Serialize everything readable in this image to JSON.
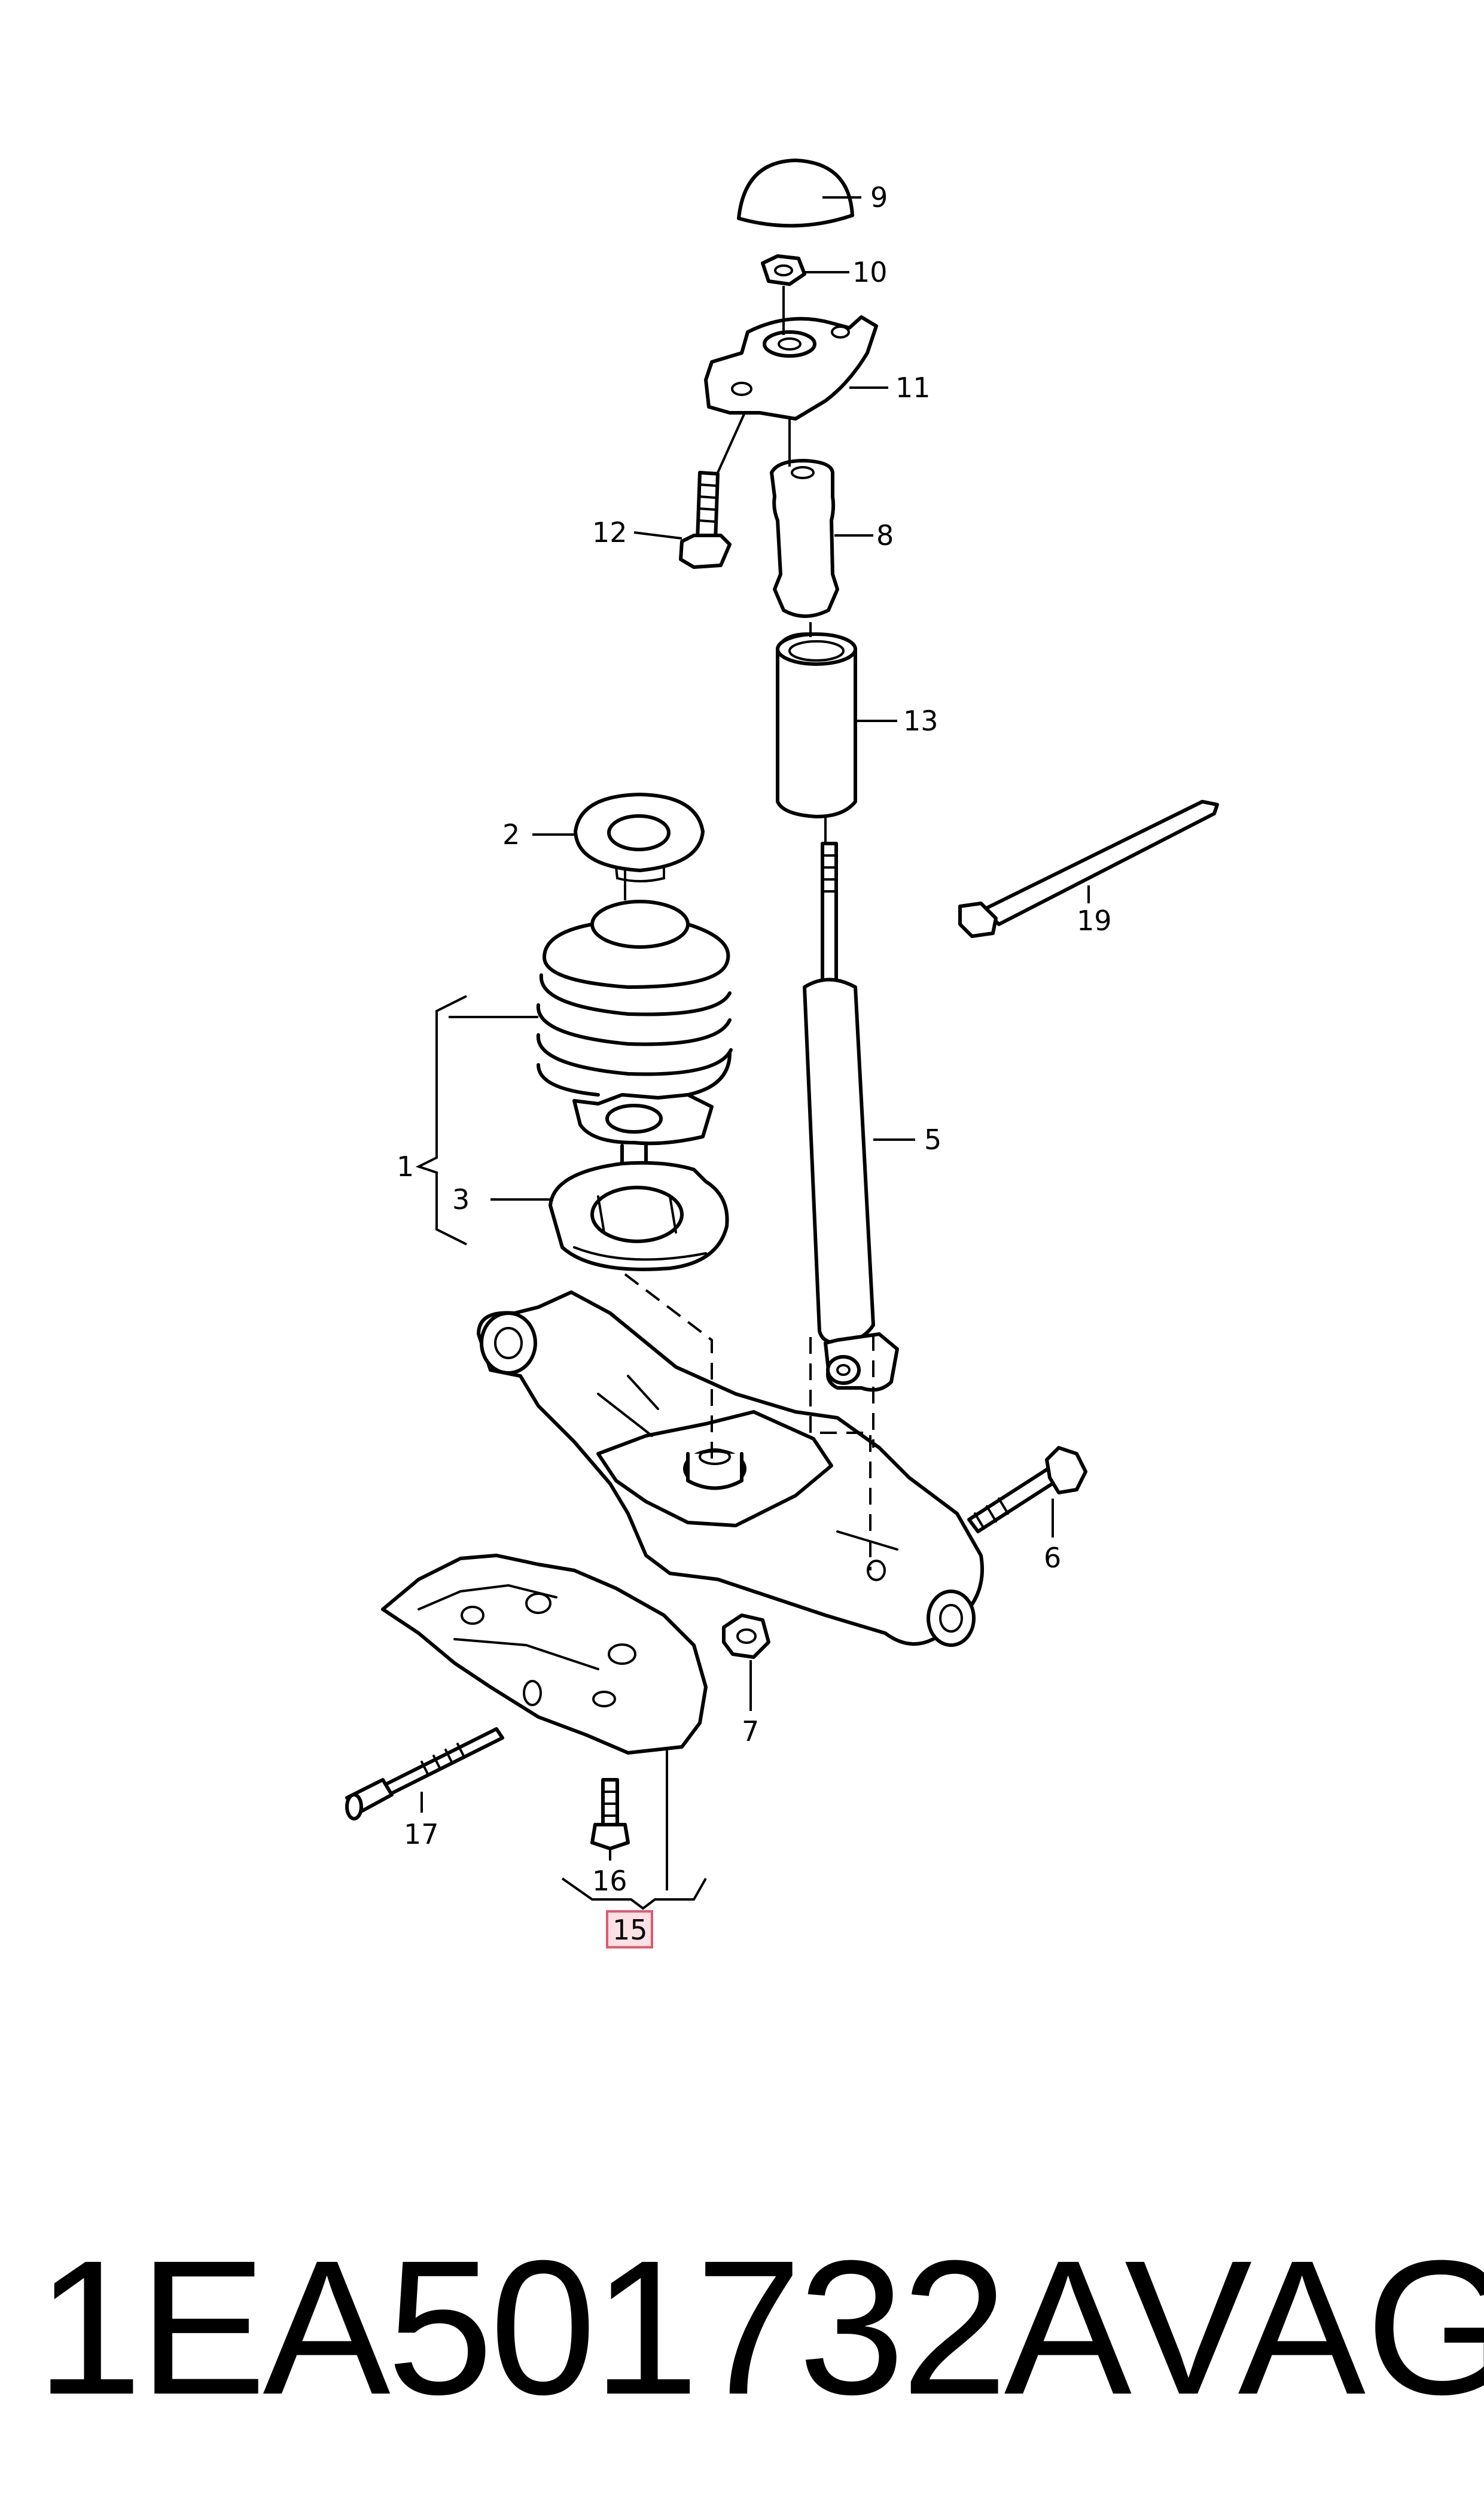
{
  "callouts": {
    "c1": "1",
    "c2": "2",
    "c3": "3",
    "c5": "5",
    "c6": "6",
    "c7": "7",
    "c8": "8",
    "c9": "9",
    "c10": "10",
    "c11": "11",
    "c12": "12",
    "c13": "13",
    "c15": "15",
    "c16": "16",
    "c17": "17",
    "c19": "19"
  },
  "highlighted_callout": "15",
  "highlight_color": "#fde0e4",
  "highlight_border_color": "#e05a6e",
  "caption": {
    "part_number": "1EA501732A",
    "brand": "VAG"
  }
}
